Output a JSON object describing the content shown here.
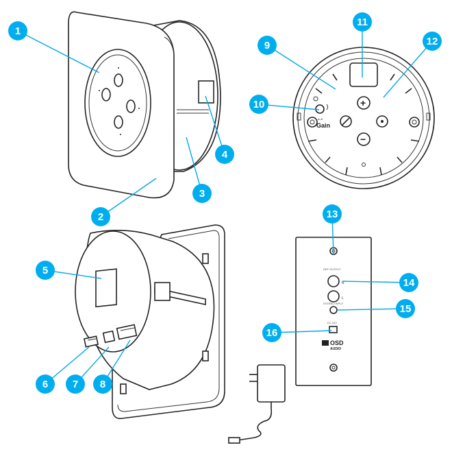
{
  "colors": {
    "callout": "#00aeef",
    "callout_line": "#00a8e8",
    "outline": "#222222"
  },
  "labels": {
    "gain": "Gain",
    "plus": "+",
    "minus": "−",
    "brand_line1": "OSD",
    "brand_line2": "AUDIO",
    "wallplate_r": "R",
    "wallplate_l": "L"
  },
  "callouts": [
    "1",
    "2",
    "3",
    "4",
    "5",
    "6",
    "7",
    "8",
    "9",
    "10",
    "11",
    "12",
    "13",
    "14",
    "15",
    "16"
  ],
  "icons": {
    "power_adapter": "power-adapter-icon",
    "terminal_block": "terminal-block-icon"
  }
}
